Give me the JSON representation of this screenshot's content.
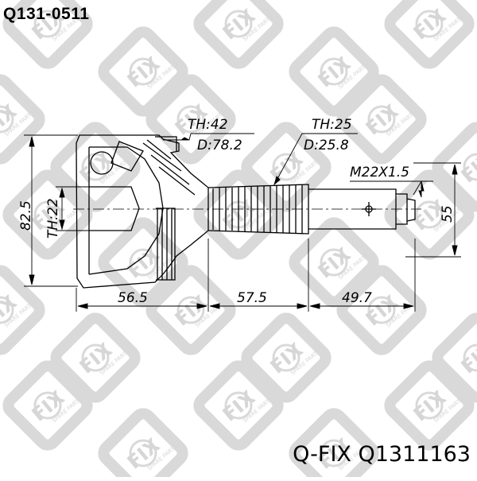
{
  "header": {
    "part_number": "Q131-0511"
  },
  "footer": {
    "brand_part": "Q-FIX Q1311163"
  },
  "watermark": {
    "logo_text": "FIX",
    "sub_text": "SPARE PARTS",
    "color": "#d6d6d6"
  },
  "dimensions": {
    "th_outer": "TH:42",
    "d_outer": "D:78.2",
    "th_shaft": "TH:25",
    "d_shaft": "D:25.8",
    "thread": "M22X1.5",
    "height_total": "82.5",
    "th_inner": "TH:22",
    "height_shaft": "55",
    "len_body": "56.5",
    "len_shaft": "57.5",
    "len_thread": "49.7"
  }
}
